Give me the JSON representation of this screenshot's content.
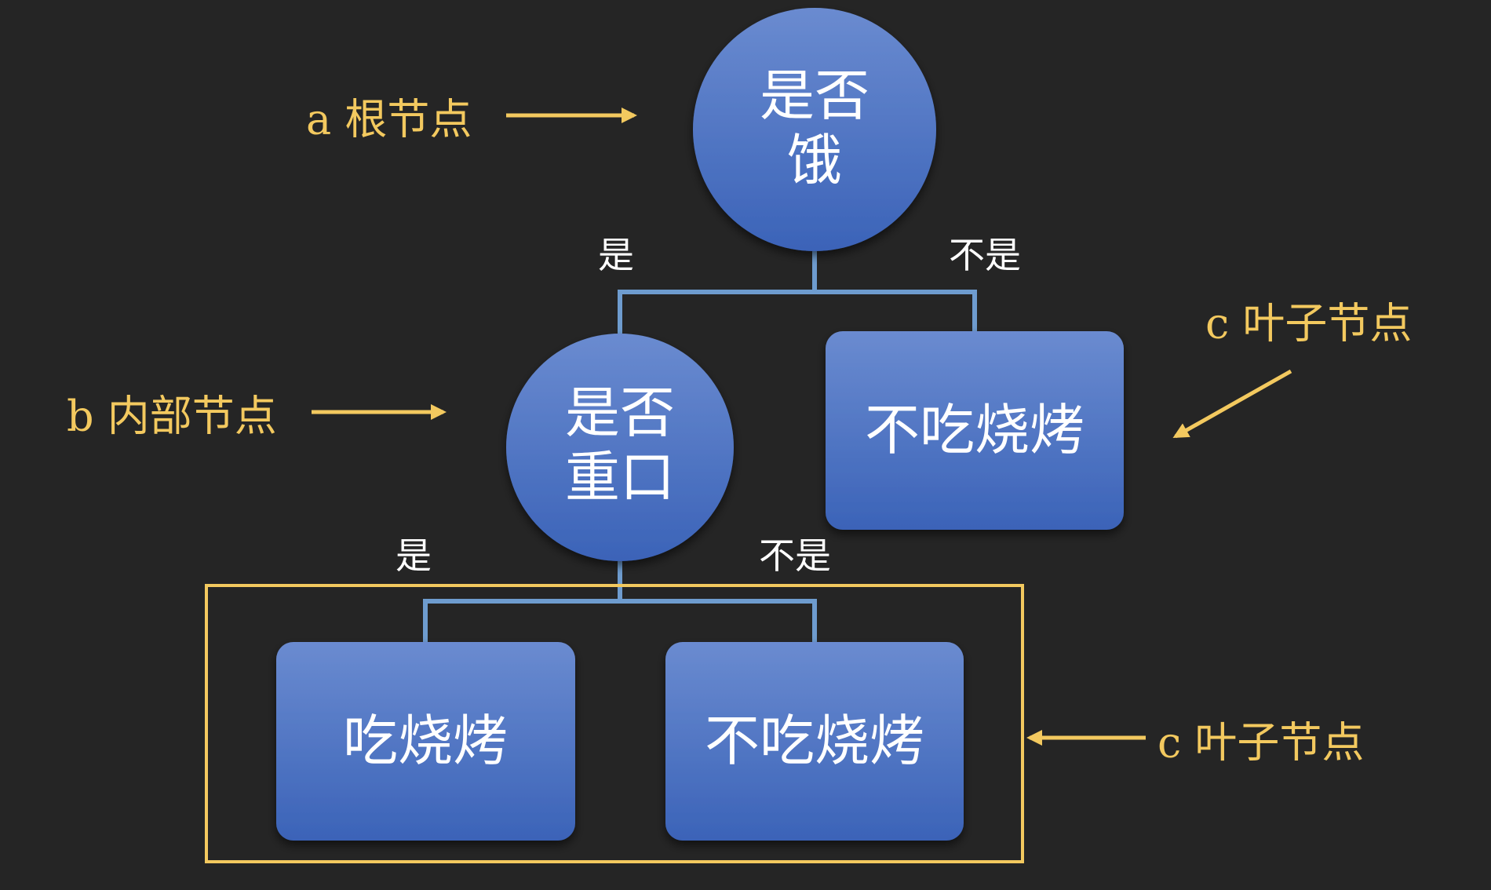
{
  "nodes": {
    "root": {
      "line1": "是否",
      "line2": "饿"
    },
    "internal": {
      "line1": "是否",
      "line2": "重口"
    },
    "leaf_right": {
      "text": "不吃烧烤"
    },
    "leaf_bottom_left": {
      "text": "吃烧烤"
    },
    "leaf_bottom_right": {
      "text": "不吃烧烤"
    }
  },
  "branches": {
    "root_yes": "是",
    "root_no": "不是",
    "internal_yes": "是",
    "internal_no": "不是"
  },
  "annotations": {
    "root": "a 根节点",
    "internal": "b 内部节点",
    "leaf_top": "c 叶子节点",
    "leaf_bottom": "c 叶子节点"
  },
  "colors": {
    "background": "#252525",
    "node_fill_top": "#6a8bd0",
    "node_fill_bottom": "#3b63b8",
    "connector": "#6e9ccf",
    "annotation": "#f3c95f",
    "text": "#ffffff"
  }
}
